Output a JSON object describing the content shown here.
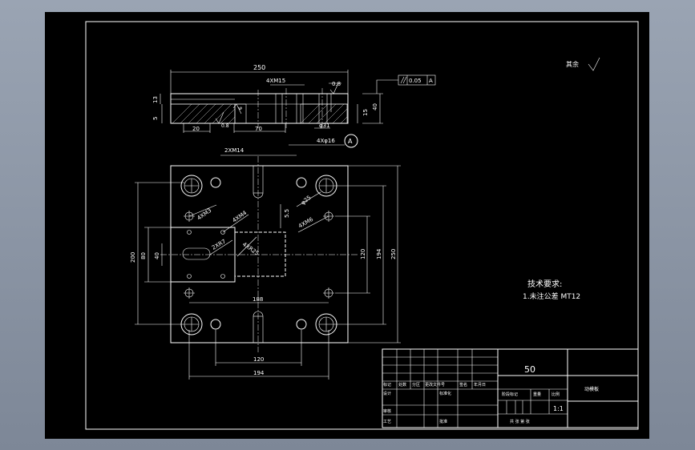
{
  "drawing": {
    "roughness_note": "其余",
    "tech_req_title": "技术要求:",
    "tech_req_item": "1.未注公差 MT12",
    "dims": {
      "top_width": "250",
      "top_holes": "4XM15",
      "roughness_08": "0.8",
      "tolerance_value": "0.05",
      "datum_letter": "A",
      "d13": "13",
      "d5": "5",
      "d40": "40",
      "d15": "15",
      "d20": "20",
      "d70": "70",
      "d31": "φ31",
      "d4x16": "4Xφ16",
      "d08b": "0.8",
      "d6": "6",
      "datum_circle": "A",
      "pv_2xm14": "2XM14",
      "pv_4xm3": "4XM3",
      "pv_4xm4": "4XM4",
      "pv_2xr7": "2XR7",
      "pv_4xr25": "4XR25",
      "pv_phi25": "φ25",
      "pv_4xm6": "4XM6",
      "pv_55": "5.5",
      "pv_200": "200",
      "pv_80": "80",
      "pv_40": "40",
      "pv_120v": "120",
      "pv_194v": "194",
      "pv_250v": "250",
      "pv_188": "188",
      "pv_120h": "120",
      "pv_194h": "194"
    }
  },
  "title_block": {
    "part_number": "50",
    "part_name": "动模板",
    "scale": "1:1",
    "row_labels": [
      "标记",
      "处数",
      "分区",
      "更改文件号",
      "签名",
      "年月日"
    ],
    "designer": "设计",
    "standardization": "标准化",
    "review": "审核",
    "process": "工艺",
    "approve": "批准",
    "stage_label": "阶段标记",
    "weight_label": "重量",
    "scale_label": "比例",
    "sheet_label": "共  张  第  张"
  }
}
